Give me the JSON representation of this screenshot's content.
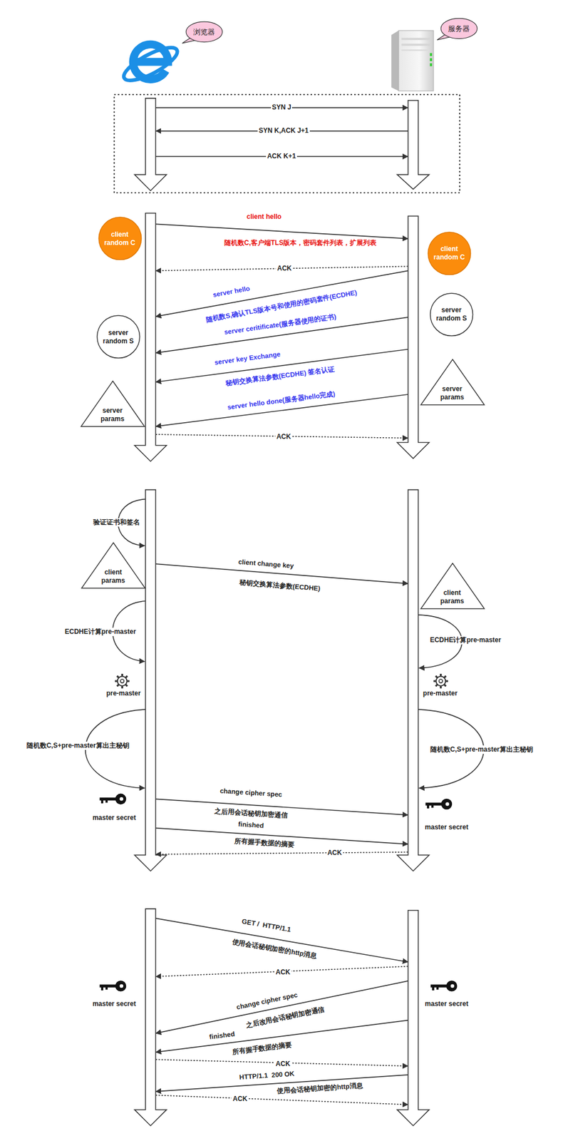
{
  "diagram": {
    "nodes": [
      {
        "text": [
          "浏览器"
        ]
      },
      {
        "text": [
          "服务器"
        ]
      },
      {
        "text": [
          "client random C"
        ]
      },
      {
        "text": [
          "client random C"
        ]
      },
      {
        "text": [
          "server random S"
        ]
      },
      {
        "text": [
          "server random S"
        ]
      },
      {
        "text": [
          "server params"
        ]
      },
      {
        "text": [
          "server params"
        ]
      },
      {
        "text": [
          "client params"
        ]
      },
      {
        "text": [
          "client params"
        ]
      }
    ],
    "labels": [
      "SYN J",
      "SYN K,ACK J+1",
      "ACK K+1",
      "client hello",
      "随机数C,客户端TLS版本，密码套件列表，扩展列表",
      "ACK",
      "server hello",
      "随机数S,确认TLS版本号和使用的密码套件(ECDHE)",
      "server ceritificate(服务器使用的证书)",
      "server key Exchange",
      "秘钥交换算法参数(ECDHE) 签名认证",
      "server hello done(服务器hello完成)",
      "ACK",
      "验证证书和签名",
      "client change key",
      "秘钥交换算法参数(ECDHE)",
      "ECDHE计算pre-master",
      "ECDHE计算pre-master",
      "pre-master",
      "pre-master",
      "随机数C,S+pre-master算出主秘钥",
      "随机数C,S+pre-master算出主秘钥",
      "master secret",
      "master secret",
      "change cipher spec",
      "之后用会话秘钥加密通信",
      "finished",
      "所有握手数据的摘要",
      "ACK",
      "GET /  HTTP/1.1",
      "使用会话秘钥加密的http消息",
      "ACK",
      "master secret",
      "master secret",
      "change cipher spec",
      "之后改用会话秘钥加密通信",
      "finished",
      "所有握手数据的摘要",
      "ACK",
      "HTTP/1.1  200 OK",
      "使用会话秘钥加密的http消息",
      "ACK"
    ]
  }
}
